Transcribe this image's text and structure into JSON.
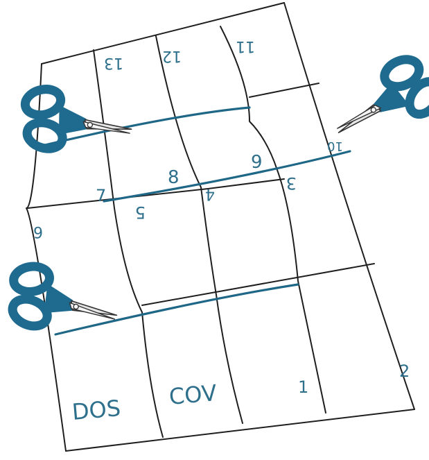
{
  "colors": {
    "ink": "#1e1e1e",
    "cut": "#1f6787",
    "label": "#2e6f8c",
    "scissor_handle": "#1f6a8f",
    "scissor_blade": "#e6e6e6"
  },
  "labels": {
    "bottom_left": "DOS",
    "bottom_center": "COV",
    "page_1": "1",
    "page_2": "2",
    "page_3": "3",
    "page_4": "4",
    "page_5": "5",
    "page_6": "6",
    "page_7": "7",
    "page_8": "8",
    "page_9": "9",
    "page_10": "10",
    "page_11": "11",
    "page_12": "12",
    "page_13": "13"
  },
  "icons": {
    "scissors": "scissors-icon"
  }
}
